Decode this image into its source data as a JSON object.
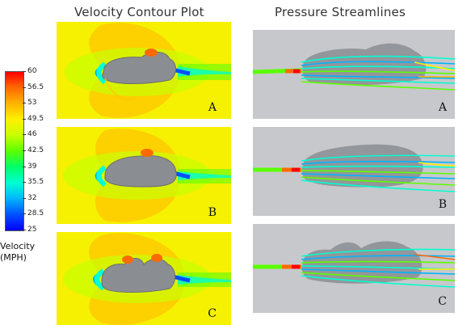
{
  "titles": {
    "velocity": "Velocity Contour Plot",
    "pressure": "Pressure Streamlines"
  },
  "legend": {
    "title_line1": "Velocity",
    "title_line2": "(MPH)",
    "ticks": [
      "60",
      "56.5",
      "53",
      "49.5",
      "46",
      "42.5",
      "39",
      "35.5",
      "32",
      "28.5",
      "25"
    ],
    "colors": [
      "#ff0000",
      "#ff6a00",
      "#ffb400",
      "#fff000",
      "#c8ff00",
      "#5aff00",
      "#00ff6a",
      "#00ffd2",
      "#00b4ff",
      "#0050ff",
      "#0000ff"
    ]
  },
  "velocity_panels": [
    {
      "label": "A"
    },
    {
      "label": "B"
    },
    {
      "label": "C"
    }
  ],
  "pressure_panels": [
    {
      "label": "A"
    },
    {
      "label": "B"
    },
    {
      "label": "C"
    }
  ],
  "colors": {
    "velocity_bg": "#f5f100",
    "pressure_bg": "#c7c8cb",
    "car_body": "#8a8d92"
  }
}
